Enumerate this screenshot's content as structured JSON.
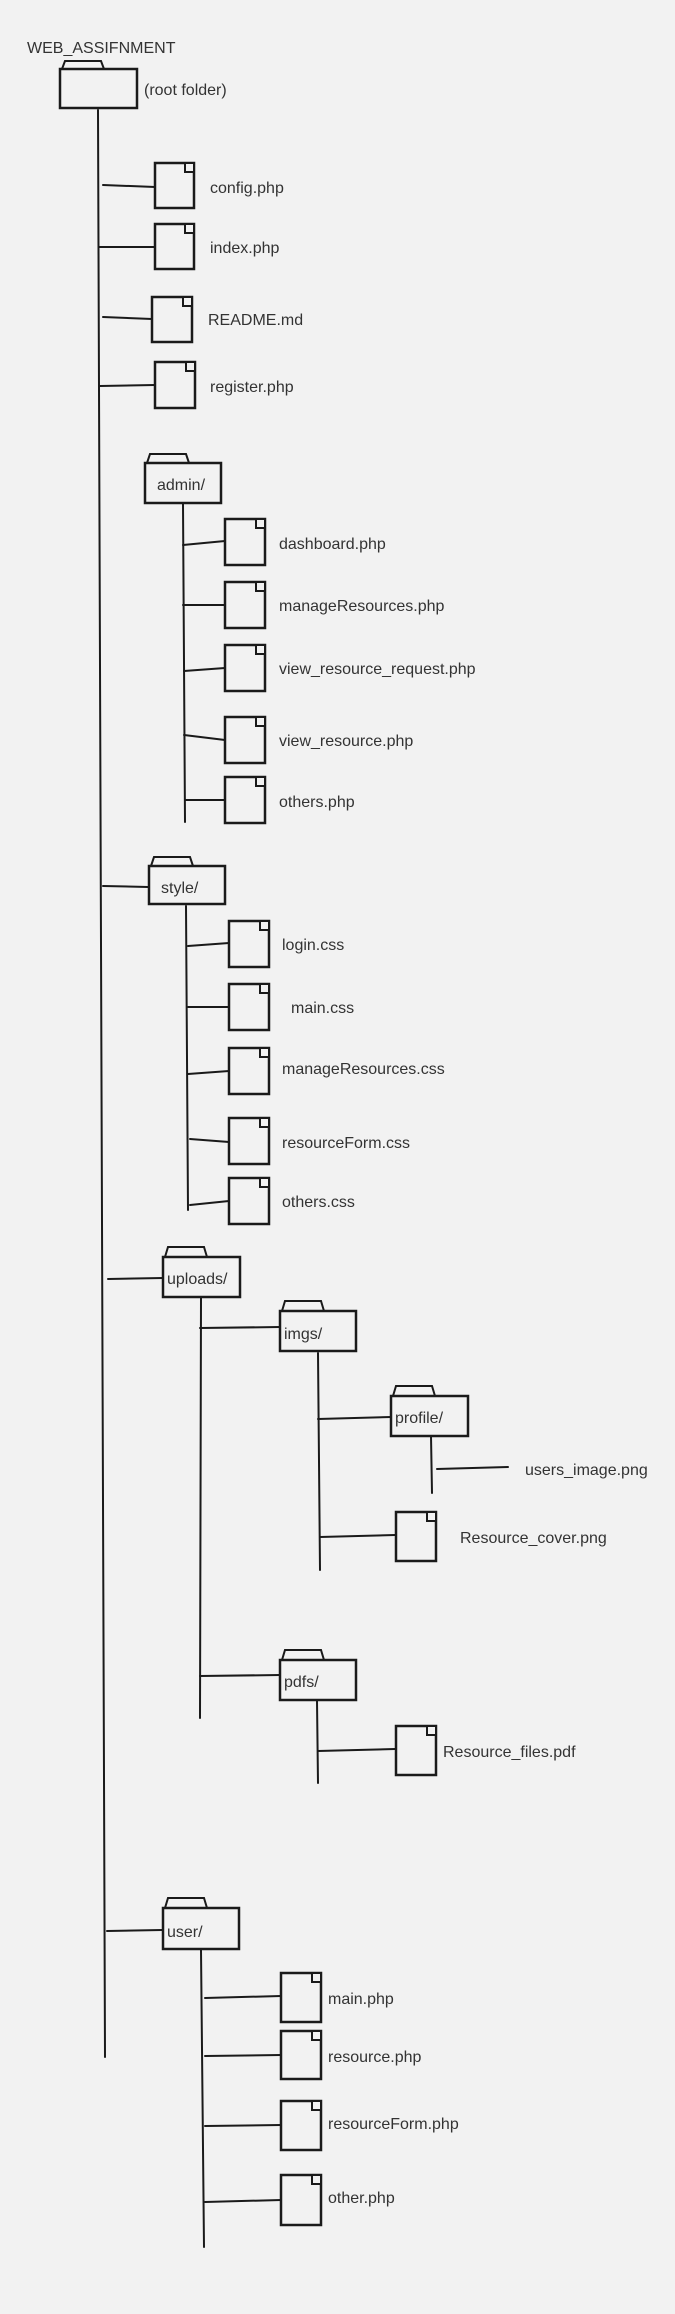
{
  "diagram": {
    "title": "WEB_ASSIFNMENT",
    "root_label": "(root folder)",
    "root_files": [
      "config.php",
      "index.php",
      "README.md",
      "register.php"
    ],
    "admin": {
      "label": "admin/",
      "files": [
        "dashboard.php",
        "manageResources.php",
        "view_resource_request.php",
        "view_resource.php",
        "others.php"
      ]
    },
    "style": {
      "label": "style/",
      "files": [
        "login.css",
        "main.css",
        "manageResources.css",
        "resourceForm.css",
        "others.css"
      ]
    },
    "uploads": {
      "label": "uploads/",
      "imgs": {
        "label": "imgs/",
        "profile": {
          "label": "profile/",
          "file": "users_image.png"
        },
        "file": "Resource_cover.png"
      },
      "pdfs": {
        "label": "pdfs/",
        "file": "Resource_files.pdf"
      }
    },
    "user": {
      "label": "user/",
      "files": [
        "main.php",
        "resource.php",
        "resourceForm.php",
        "other.php"
      ]
    }
  }
}
